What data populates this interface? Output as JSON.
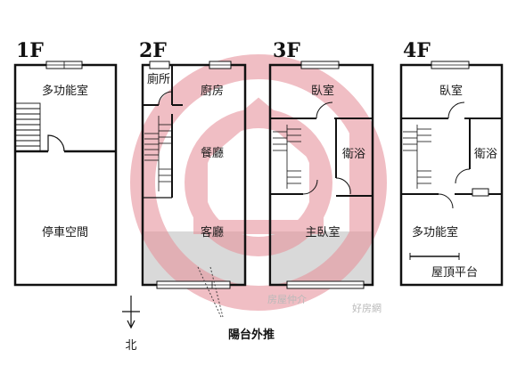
{
  "floors": [
    {
      "label": "1F",
      "rooms": [
        "多功能室",
        "停車空間"
      ]
    },
    {
      "label": "2F",
      "rooms": [
        "廁所",
        "廚房",
        "餐廳",
        "客廳"
      ]
    },
    {
      "label": "3F",
      "rooms": [
        "臥室",
        "衛浴",
        "主臥室"
      ]
    },
    {
      "label": "4F",
      "rooms": [
        "臥室",
        "衛浴",
        "多功能室",
        "屋頂平台"
      ]
    }
  ],
  "compass_label": "北",
  "balcony_note": "陽台外推",
  "watermark": {
    "line1": "房屋仲介",
    "line2": "好房網"
  },
  "colors": {
    "wall": "#111111",
    "balcony": "#d9d9d9",
    "watermark": "#e9a0a8"
  }
}
